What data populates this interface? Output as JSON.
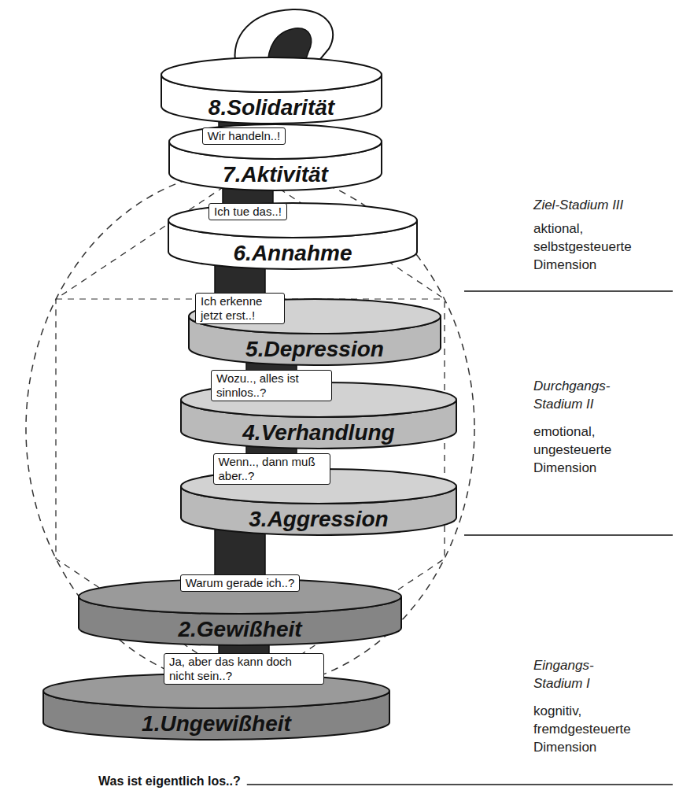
{
  "diagram": {
    "nodes": [
      {
        "text": [
          "8.Solidarität",
          "Wir handeln..!"
        ]
      },
      {
        "text": [
          "7.Aktivität",
          "Ich tue das..!"
        ]
      },
      {
        "text": [
          "6.Annahme",
          "Ich erkenne jetzt erst..!"
        ]
      },
      {
        "text": [
          "5.Depression",
          "Wozu.., alles ist sinnlos..?"
        ]
      },
      {
        "text": [
          "4.Verhandlung",
          "Wenn.., dann muß aber..?"
        ]
      },
      {
        "text": [
          "3.Aggression",
          "Warum gerade ich..?"
        ]
      },
      {
        "text": [
          "2.Gewißheit",
          "Ja, aber das kann doch nicht sein..?"
        ]
      },
      {
        "text": [
          "1.Ungewißheit"
        ]
      }
    ],
    "labels": [
      "Ziel-Stadium III",
      "aktional, selbstgesteuerte Dimension",
      "Durchgangs- Stadium II",
      "emotional, ungesteuerte Dimension",
      "Eingangs- Stadium I",
      "kognitiv, fremdgesteuerte Dimension",
      "Was ist eigentlich los..?"
    ]
  }
}
